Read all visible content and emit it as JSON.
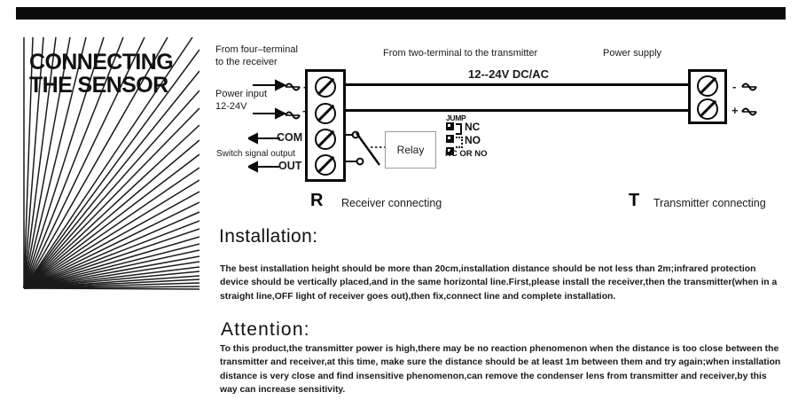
{
  "title": {
    "line1": "CONNECTING",
    "line2": "THE SENSOR",
    "full": "CONNECTING\nTHE SENSOR"
  },
  "diagram": {
    "receiver_heading": "From four–terminal\nto the receiver",
    "transmitter_heading": "From two-terminal to the transmitter",
    "power_supply_heading": "Power supply",
    "voltage_label": "12--24V DC/AC",
    "power_input_label": "Power input\n12-24V",
    "terminal_minus": "-",
    "terminal_plus": "+",
    "com_label": "COM",
    "out_label": "OUT",
    "switch_signal_label": "Switch signal output",
    "relay_label": "Relay",
    "supply_minus": "-",
    "supply_plus": "+",
    "jumper": {
      "title": "JUMP",
      "nc_label": "NC",
      "no_label": "NO",
      "footer": "NC OR NO"
    },
    "receiver_letter": "R",
    "receiver_caption": "Receiver connecting",
    "transmitter_letter": "T",
    "transmitter_caption": "Transmitter connecting"
  },
  "installation": {
    "heading": "Installation:",
    "body": "The best installation height should be more than 20cm,installation distance should be not less than 2m;infrared protection device should be vertically placed,and in the same horizontal line.First,please install the receiver,then the transmitter(when in a straight line,OFF light of receiver goes out),then fix,connect line and complete installation."
  },
  "attention": {
    "heading": "Attention:",
    "body": "To this product,the transmitter power is high,there may be no reaction phenomenon when the distance is too close between the transmitter and receiver,at this time, make sure the distance  should be at least 1m between them and try again;when installation distance is very close and find insensitive phenomenon,can remove the condenser lens from transmitter and receiver,by this way can increase sensitivity."
  },
  "colors": {
    "ink": "#0a0a0a",
    "background": "#ffffff",
    "relay_border": "#9a9a9a"
  }
}
